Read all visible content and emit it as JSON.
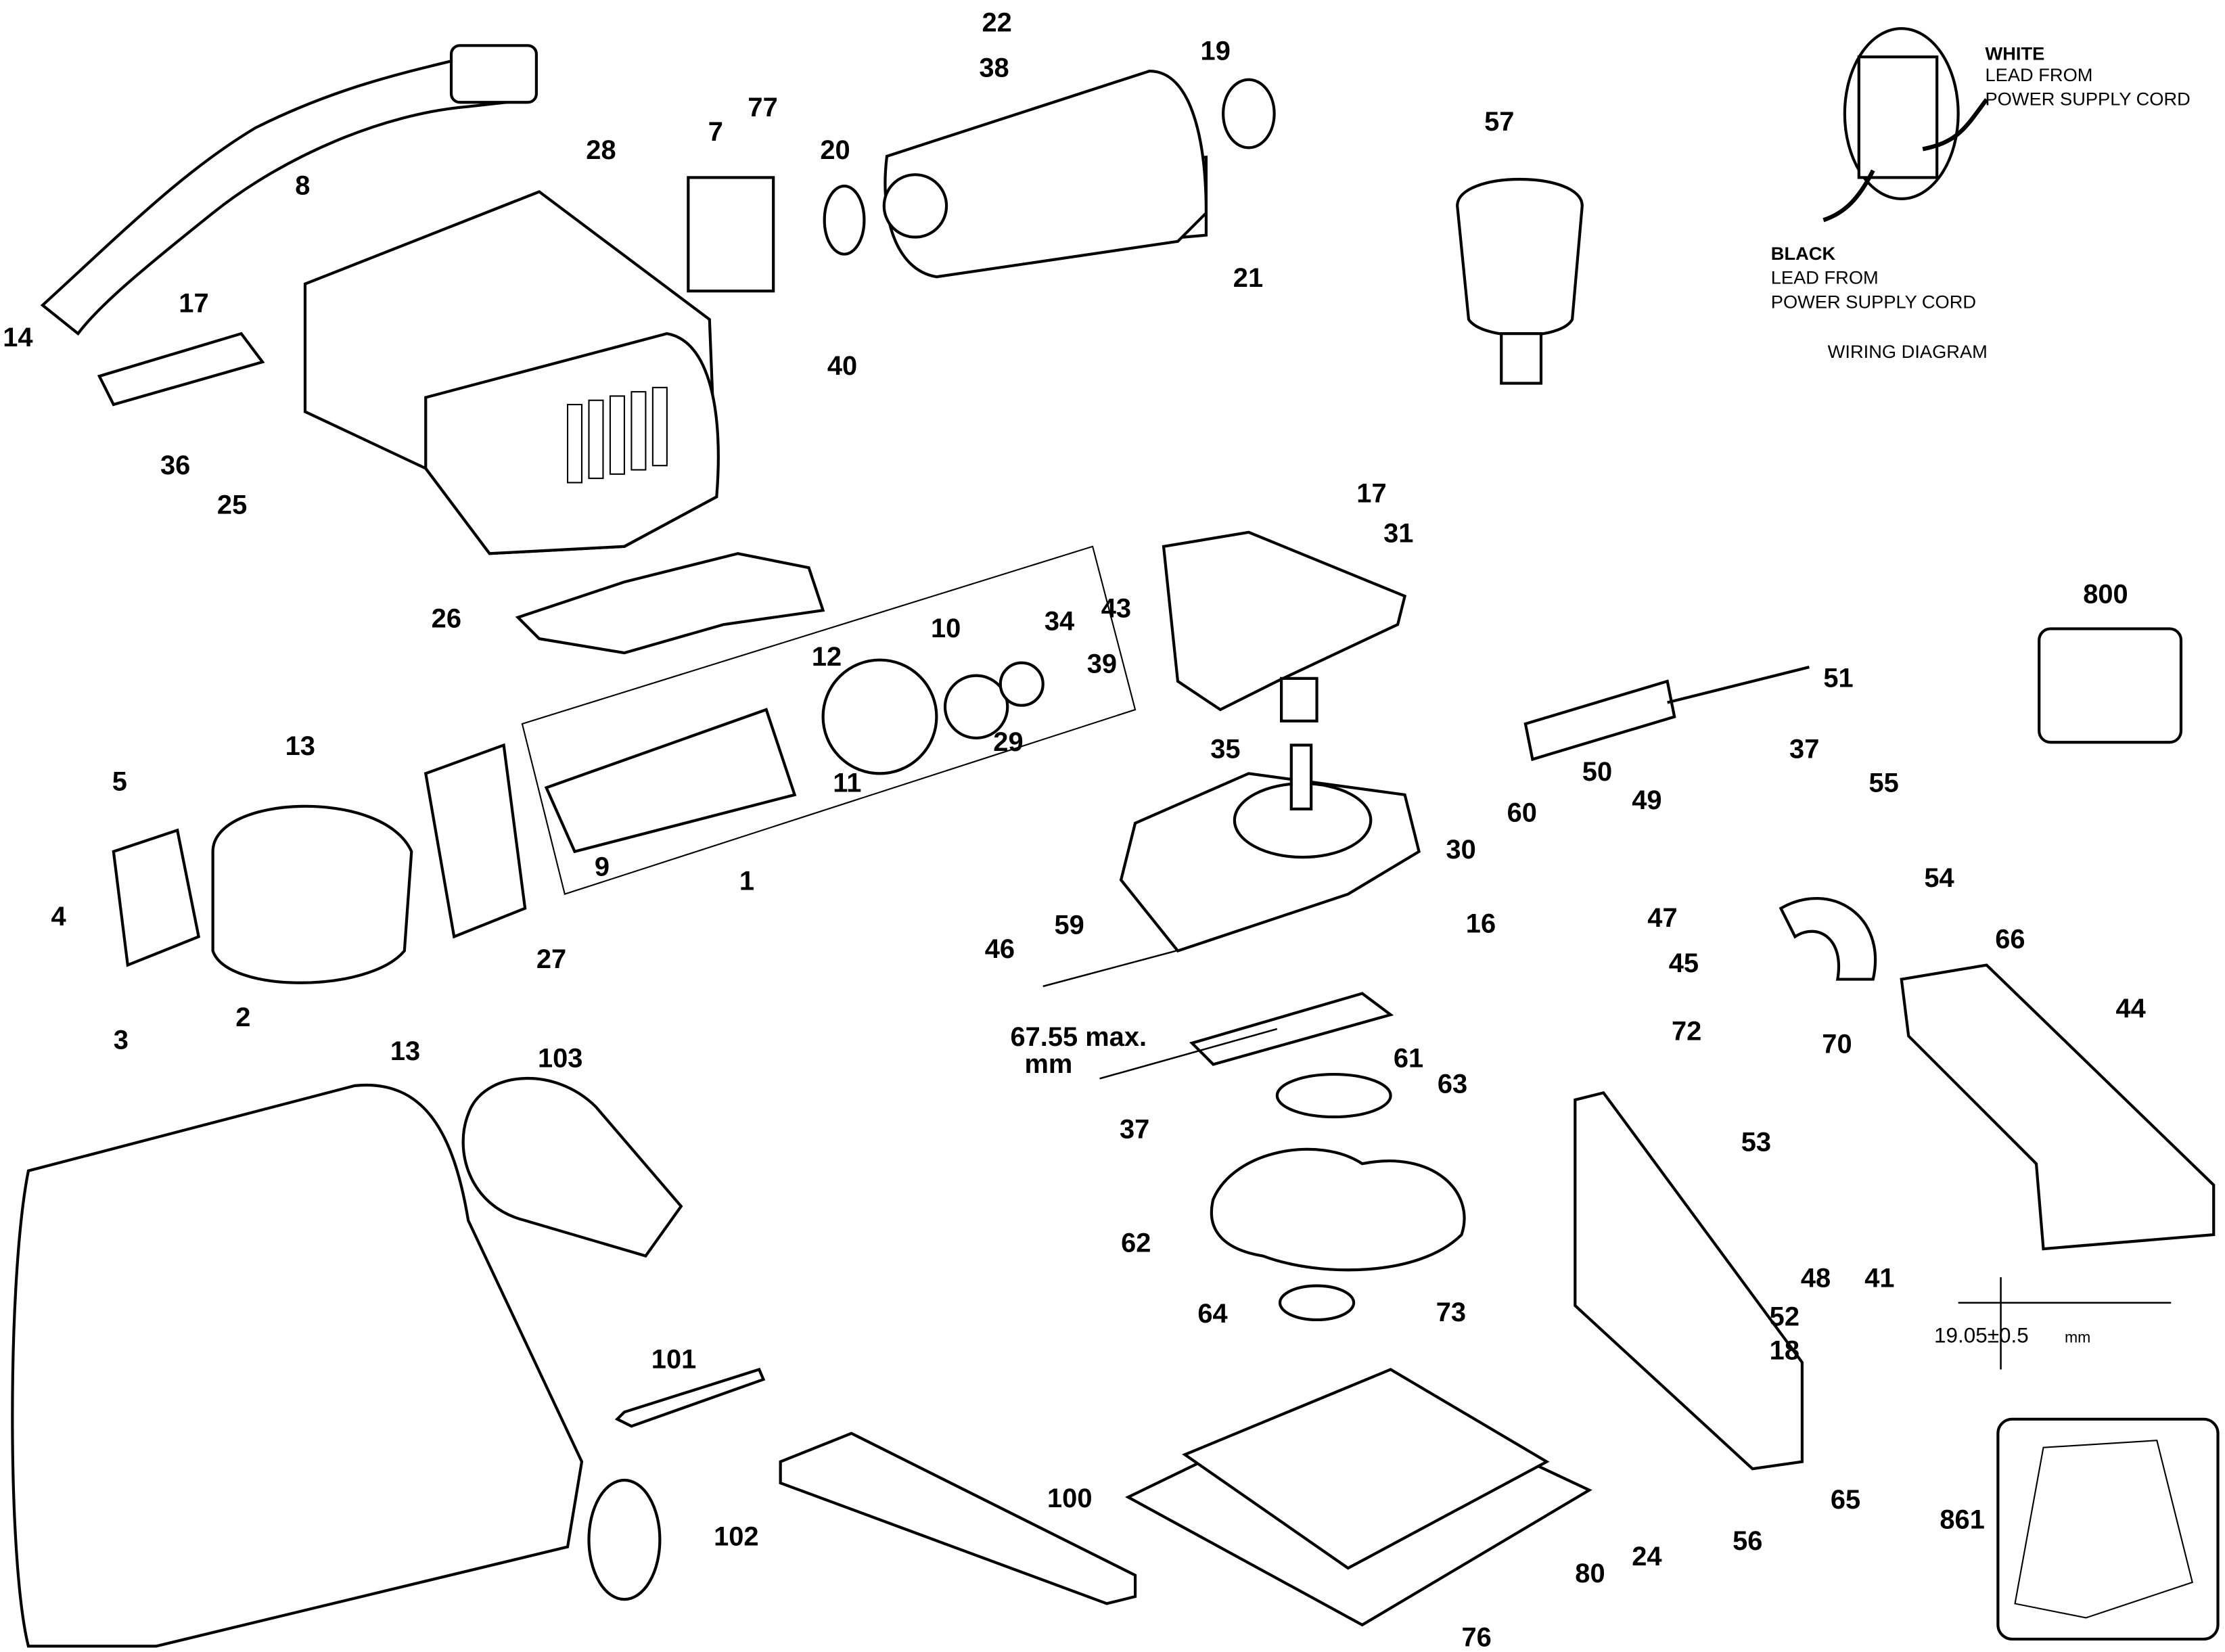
{
  "diagram": {
    "type": "exploded parts diagram",
    "callouts": [
      "22",
      "19",
      "77",
      "38",
      "20",
      "7",
      "8",
      "28",
      "17",
      "14",
      "36",
      "25",
      "40",
      "21",
      "57",
      "17",
      "31",
      "26",
      "12",
      "10",
      "34",
      "43",
      "39",
      "29",
      "11",
      "35",
      "13",
      "5",
      "9",
      "1",
      "27",
      "2",
      "4",
      "3",
      "13",
      "51",
      "50",
      "60",
      "37",
      "55",
      "49",
      "30",
      "46",
      "59",
      "16",
      "47",
      "45",
      "54",
      "66",
      "44",
      "72",
      "70",
      "61",
      "37",
      "63",
      "103",
      "53",
      "62",
      "48",
      "41",
      "52",
      "18",
      "64",
      "73",
      "101",
      "800",
      "861",
      "100",
      "102",
      "24",
      "56",
      "65",
      "80",
      "76"
    ],
    "dimensions": {
      "depth": {
        "value": "67.55 max.",
        "unit": "mm"
      },
      "height": {
        "value": "19.05±0.5",
        "unit": "mm"
      }
    },
    "wiring": {
      "white_title": "WHITE",
      "white_line1": "LEAD FROM",
      "white_line2": "POWER SUPPLY CORD",
      "black_title": "BLACK",
      "black_line1": "LEAD FROM",
      "black_line2": "POWER SUPPLY CORD",
      "caption": "WIRING DIAGRAM"
    }
  }
}
